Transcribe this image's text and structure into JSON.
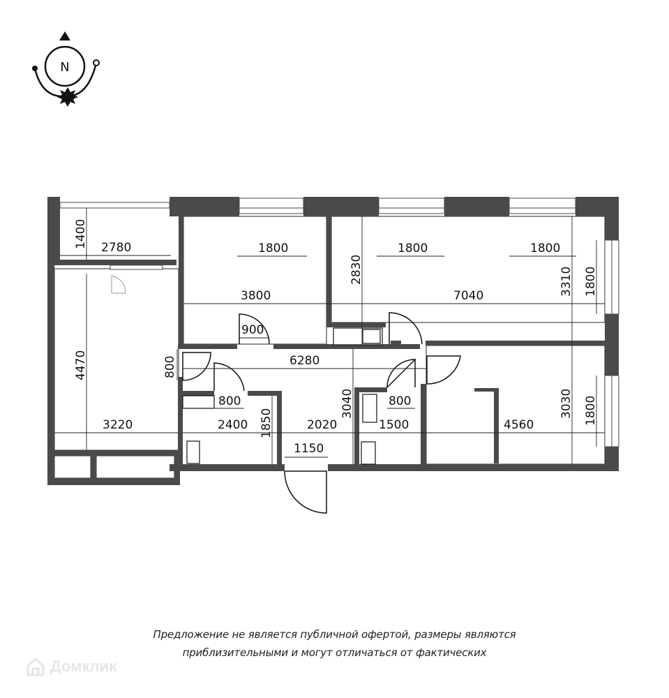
{
  "compass": {
    "label": "N"
  },
  "dimensions": {
    "balcony_depth": "1400",
    "balcony_width": "2780",
    "kitchen_length": "4470",
    "kitchen_width": "3220",
    "bedroom1_window": "1800",
    "bedroom1_width": "3800",
    "bedroom1_door": "900",
    "bedroom2_depth": "2830",
    "living_window_a": "1800",
    "living_window_b": "1800",
    "living_width": "7040",
    "living_depth": "3310",
    "living_side_window": "1800",
    "hall_door": "800",
    "corridor_length": "6280",
    "bath_door": "800",
    "bath_width": "2400",
    "bath_depth": "1850",
    "hall_width": "2020",
    "hall_depth": "3040",
    "wc_door": "800",
    "wc_width": "1500",
    "entrance_width": "1150",
    "bedroom3_width": "4560",
    "bedroom3_depth": "3030",
    "bedroom3_window": "1800"
  },
  "disclaimer": {
    "line1": "Предложение не является публичной офертой, размеры являются",
    "line2": "приблизительными и могут отличаться от фактических"
  },
  "watermark": {
    "text": "Домклик",
    "icon": "house-icon"
  }
}
